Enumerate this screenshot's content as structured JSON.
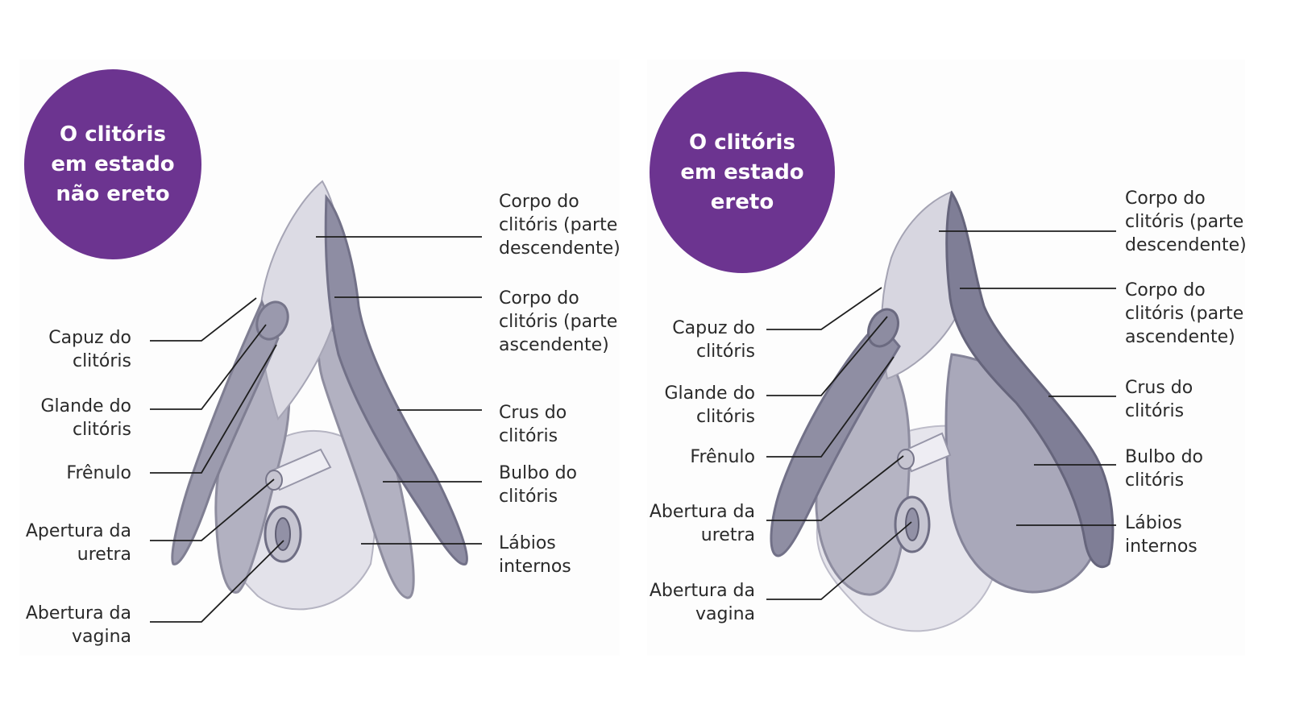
{
  "colors": {
    "badge": "#6c3490",
    "tissue_dark": "#8c8a9c",
    "tissue_mid": "#a9a8b8",
    "tissue_light": "#c8c7d3",
    "tissue_pale": "#e1e0e8",
    "leader_line": "#1e1e1e"
  },
  "left_panel": {
    "badge_lines": [
      "O clitóris",
      "em estado",
      "não ereto"
    ],
    "labels_left": {
      "hood": [
        "Capuz do",
        "clitóris"
      ],
      "glans": [
        "Glande do",
        "clitóris"
      ],
      "frenulum": [
        "Frênulo"
      ],
      "urethra": [
        "Apertura da",
        "uretra"
      ],
      "vagina": [
        "Abertura da",
        "vagina"
      ]
    },
    "labels_right": {
      "body_descending": [
        "Corpo do",
        "clitóris (parte",
        "descendente)"
      ],
      "body_ascending": [
        "Corpo do",
        "clitóris (parte",
        "ascendente)"
      ],
      "crus": [
        "Crus do",
        "clitóris"
      ],
      "bulb": [
        "Bulbo do",
        "clitóris"
      ],
      "labia": [
        "Lábios",
        "internos"
      ]
    }
  },
  "right_panel": {
    "badge_lines": [
      "O clitóris",
      "em estado",
      "ereto"
    ],
    "labels_left": {
      "hood": [
        "Capuz do",
        "clitóris"
      ],
      "glans": [
        "Glande do",
        "clitóris"
      ],
      "frenulum": [
        "Frênulo"
      ],
      "urethra": [
        "Abertura da",
        "uretra"
      ],
      "vagina": [
        "Abertura da",
        "vagina"
      ]
    },
    "labels_right": {
      "body_descending": [
        "Corpo do",
        "clitóris (parte",
        "descendente)"
      ],
      "body_ascending": [
        "Corpo do",
        "clitóris (parte",
        "ascendente)"
      ],
      "crus": [
        "Crus do",
        "clitóris"
      ],
      "bulb": [
        "Bulbo do",
        "clitóris"
      ],
      "labia": [
        "Lábios",
        "internos"
      ]
    }
  }
}
